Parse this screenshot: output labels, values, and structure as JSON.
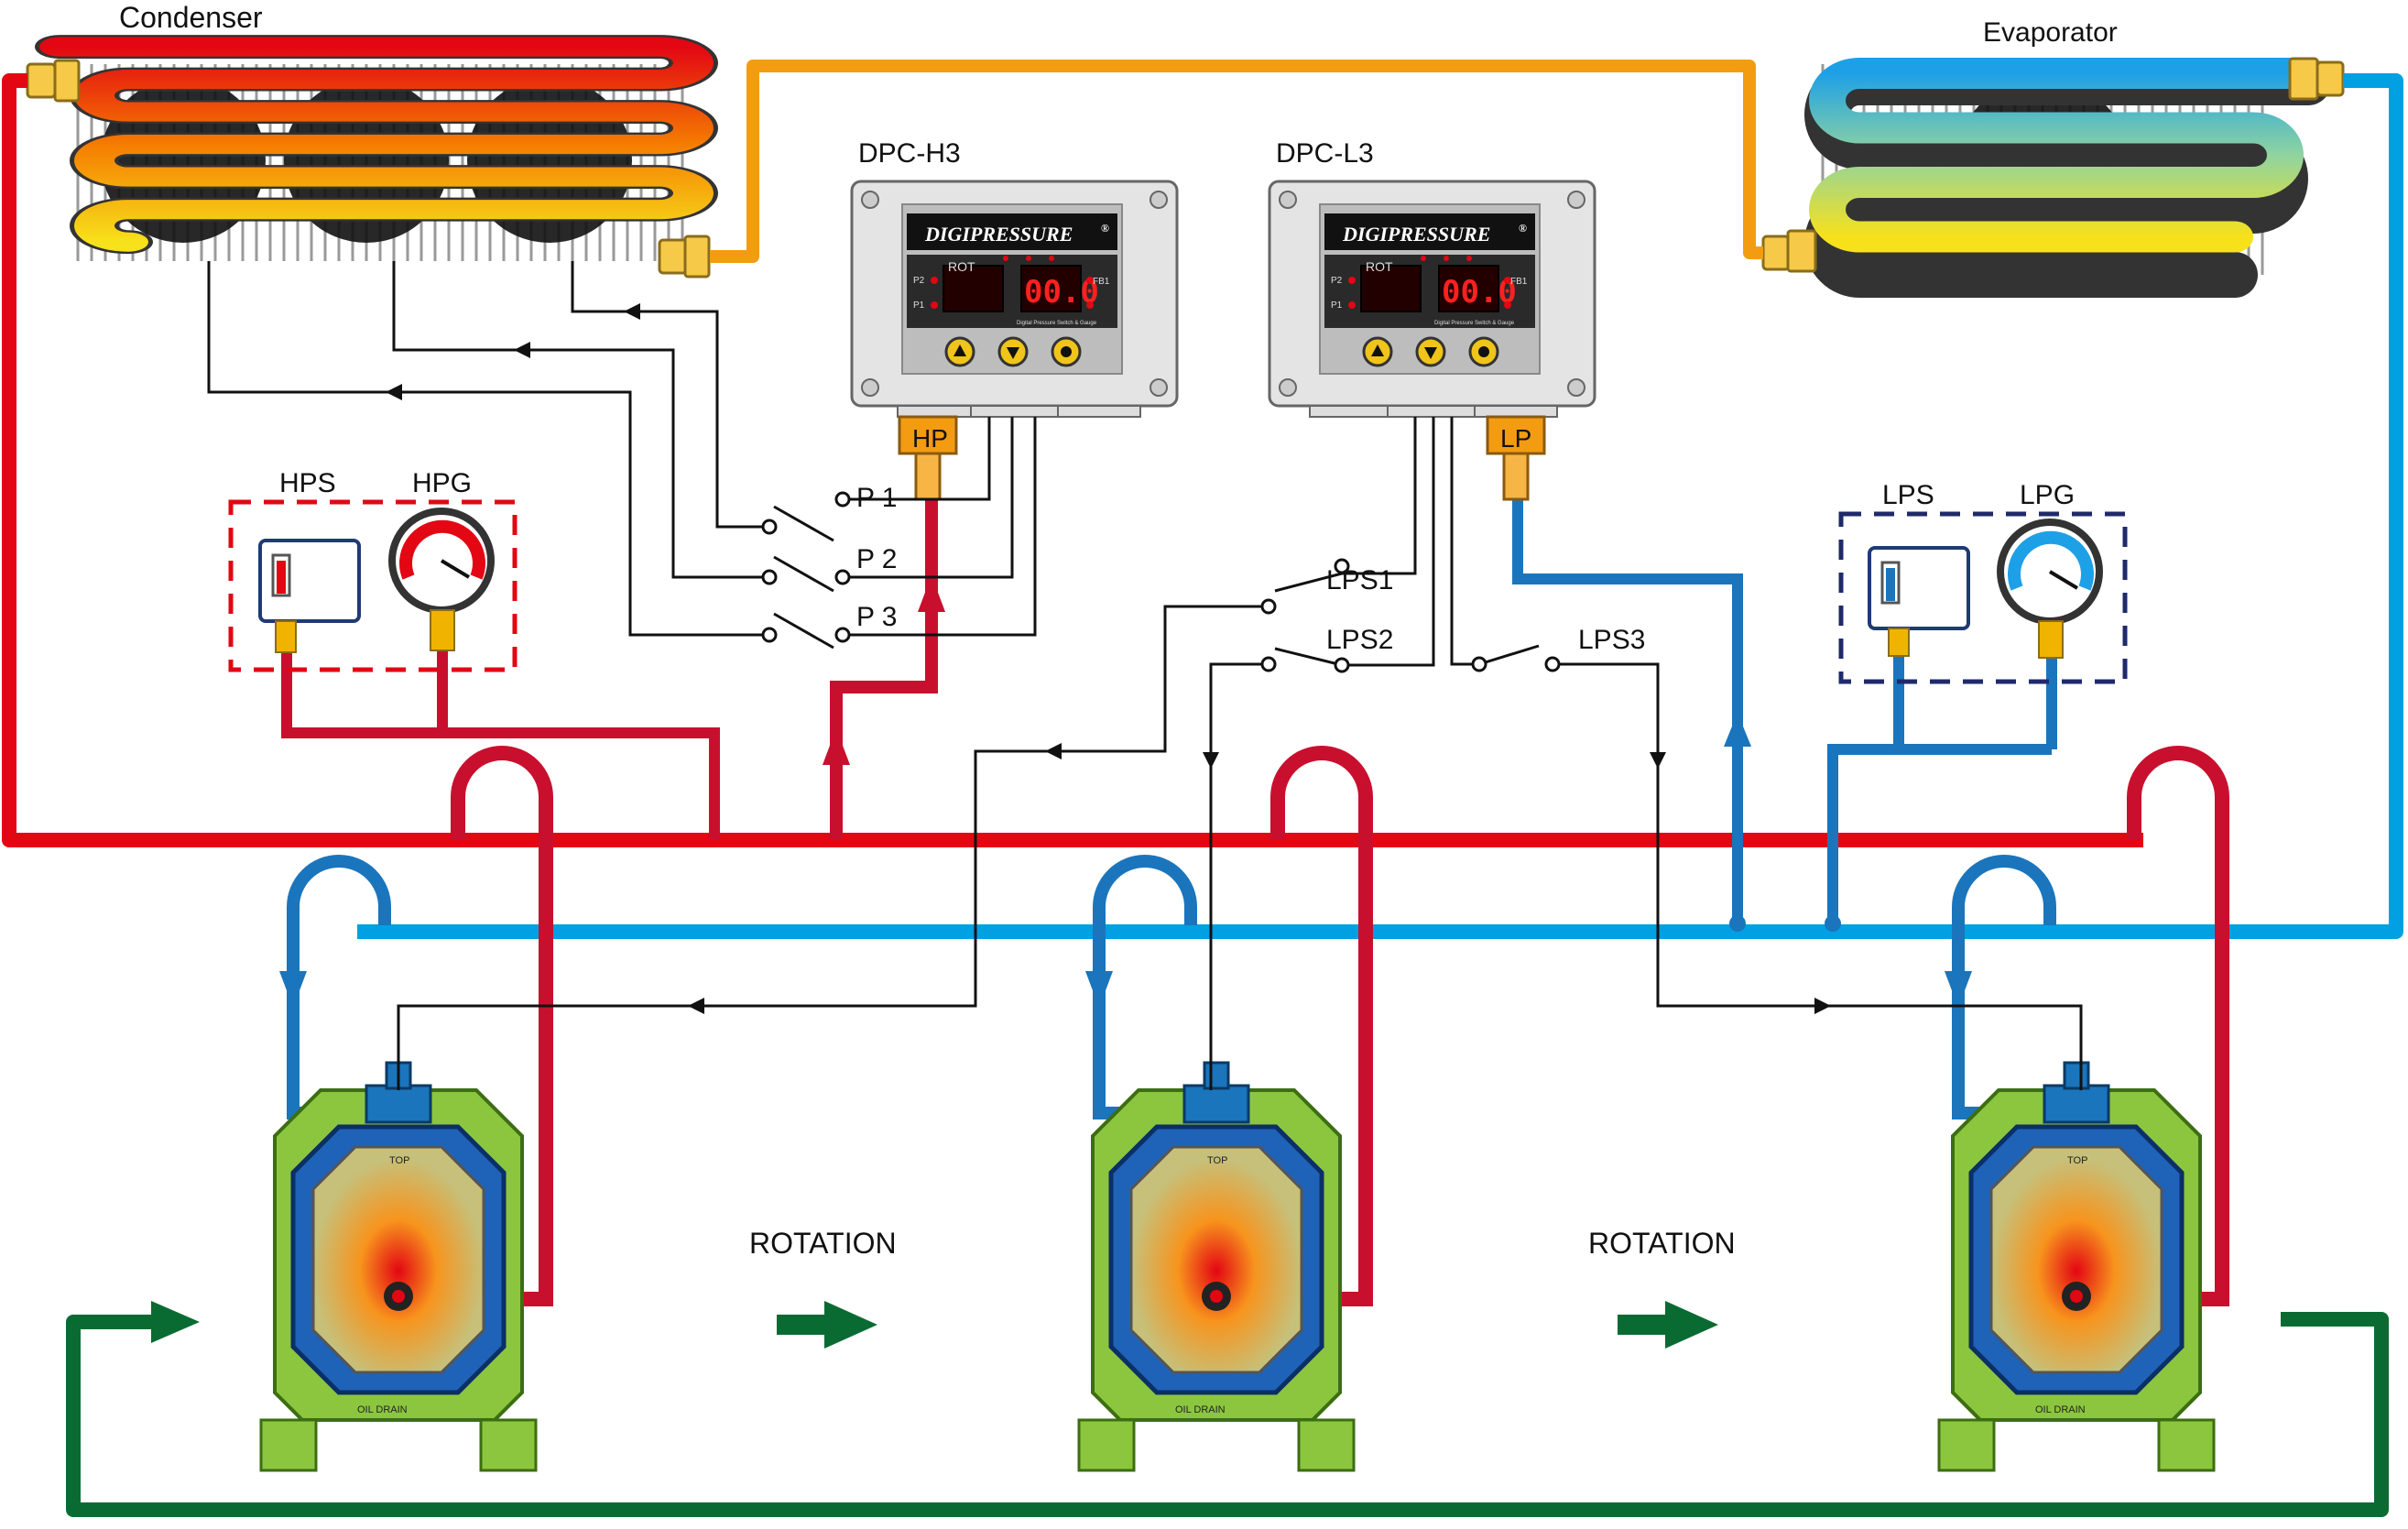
{
  "labels": {
    "condenser": "Condenser",
    "evaporator": "Evaporator",
    "hps": "HPS",
    "hpg": "HPG",
    "lps": "LPS",
    "lpg": "LPG",
    "p1": "P 1",
    "p2": "P 2",
    "p3": "P 3",
    "lps1": "LPS1",
    "lps2": "LPS2",
    "lps3": "LPS3",
    "rotation_1": "ROTATION",
    "rotation_2": "ROTATION"
  },
  "controllers": [
    {
      "model": "DPC-H3",
      "brand": "DIGIPRESSURE",
      "registered": "®",
      "display_value": "00.0",
      "port_label": "HP",
      "led_labels": [
        "ROT",
        "FB1",
        "P2",
        "P1"
      ],
      "subtitle": "Digital Pressure Switch & Gauge"
    },
    {
      "model": "DPC-L3",
      "brand": "DIGIPRESSURE",
      "registered": "®",
      "display_value": "00.0",
      "port_label": "LP",
      "led_labels": [
        "ROT",
        "FB1",
        "P2",
        "P1"
      ],
      "subtitle": "Digital Pressure Switch & Gauge"
    }
  ],
  "compressor_labels": {
    "top": "TOP",
    "oil_drain": "OIL DRAIN"
  },
  "colors": {
    "high_pressure_line": "#e30613",
    "low_pressure_line": "#1a75bc",
    "suction_line": "#00a0e3",
    "liquid_line": "#f39c12",
    "rotation_arrow": "#0a6b32",
    "compressor_body": "#8cc63f"
  }
}
